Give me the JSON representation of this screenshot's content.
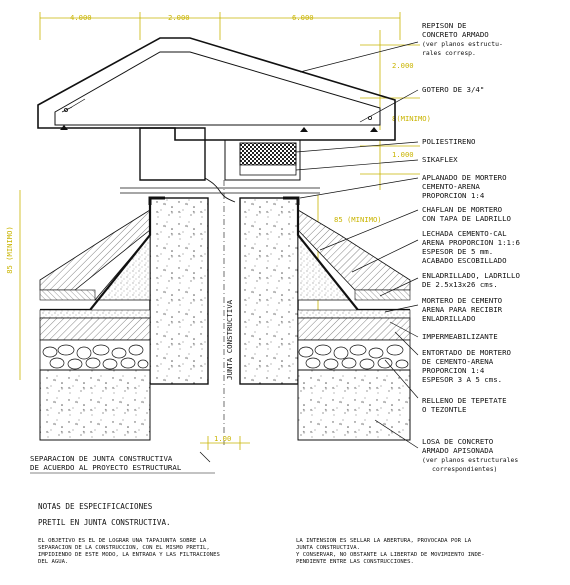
{
  "dimensions": {
    "top": [
      "4.000",
      "2.000",
      "6.000"
    ],
    "right_top": "2.000",
    "gotero_min": "8(MINIMO)",
    "right_mid": "1.000",
    "left_min": "85 (MINIMO)",
    "right_min": "85 (MINIMO)",
    "bottom": "1.00"
  },
  "labels": {
    "repison": [
      "REPISON DE",
      "CONCRETO ARMADO",
      "(ver planos estructu-",
      "rales corresp."
    ],
    "gotero": "GOTERO DE 3/4\"",
    "poliestireno": "POLIESTIRENO",
    "sikaflex": "SIKAFLEX",
    "aplanado": [
      "APLANADO DE MORTERO",
      "CEMENTO-ARENA",
      "PROPORCION 1:4"
    ],
    "chaflan": [
      "CHAFLAN DE MORTERO",
      "CON TAPA DE LADRILLO"
    ],
    "lechada": [
      "LECHADA CEMENTO-CAL",
      "ARENA PROPORCION 1:1:6",
      "ESPESOR DE 5 mm.",
      "ACABADO ESCOBILLADO"
    ],
    "enladrillado": [
      "ENLADRILLADO, LADRILLO",
      "DE 2.5x13x26 cms."
    ],
    "mortero": [
      "MORTERO DE CEMENTO",
      "ARENA PARA RECIBIR",
      "ENLADRILLADO"
    ],
    "impermeabilizante": "IMPERMEABILIZANTE",
    "entortado": [
      "ENTORTADO DE MORTERO",
      "DE CEMENTO-ARENA",
      "PROPORCION 1:4",
      "ESPESOR 3 A 5 cms."
    ],
    "relleno": [
      "RELLENO DE TEPETATE",
      "O TEZONTLE"
    ],
    "losa": [
      "LOSA DE CONCRETO",
      "ARMADO APISONADA",
      "(ver planos estructurales",
      "correspondientes)"
    ],
    "junta": "JUNTA CONSTRUCTIVA",
    "separacion": [
      "SEPARACION DE JUNTA CONSTRUCTIVA",
      "DE ACUERDO AL PROYECTO ESTRUCTURAL"
    ]
  },
  "notes": {
    "heading": "NOTAS DE ESPECIFICACIONES",
    "subheading": "PRETIL EN JUNTA CONSTRUCTIVA.",
    "left": [
      "EL OBJETIVO ES EL DE LOGRAR UNA TAPAJUNTA SOBRE LA",
      "SEPARACION DE LA CONSTRUCCION, CON EL MISMO PRETIL,",
      "IMPIDIENDO DE ESTE MODO, LA ENTRADA Y LAS FILTRACIONES",
      "DEL AGUA."
    ],
    "right": [
      "LA INTENSION ES SELLAR LA ABERTURA, PROVOCADA POR LA",
      "JUNTA CONSTRUCTIVA.",
      "Y CONSERVAR, NO OBSTANTE LA LIBERTAD DE MOVIMIENTO INDE-",
      "PENDIENTE ENTRE LAS CONSTRUCCIONES."
    ]
  }
}
